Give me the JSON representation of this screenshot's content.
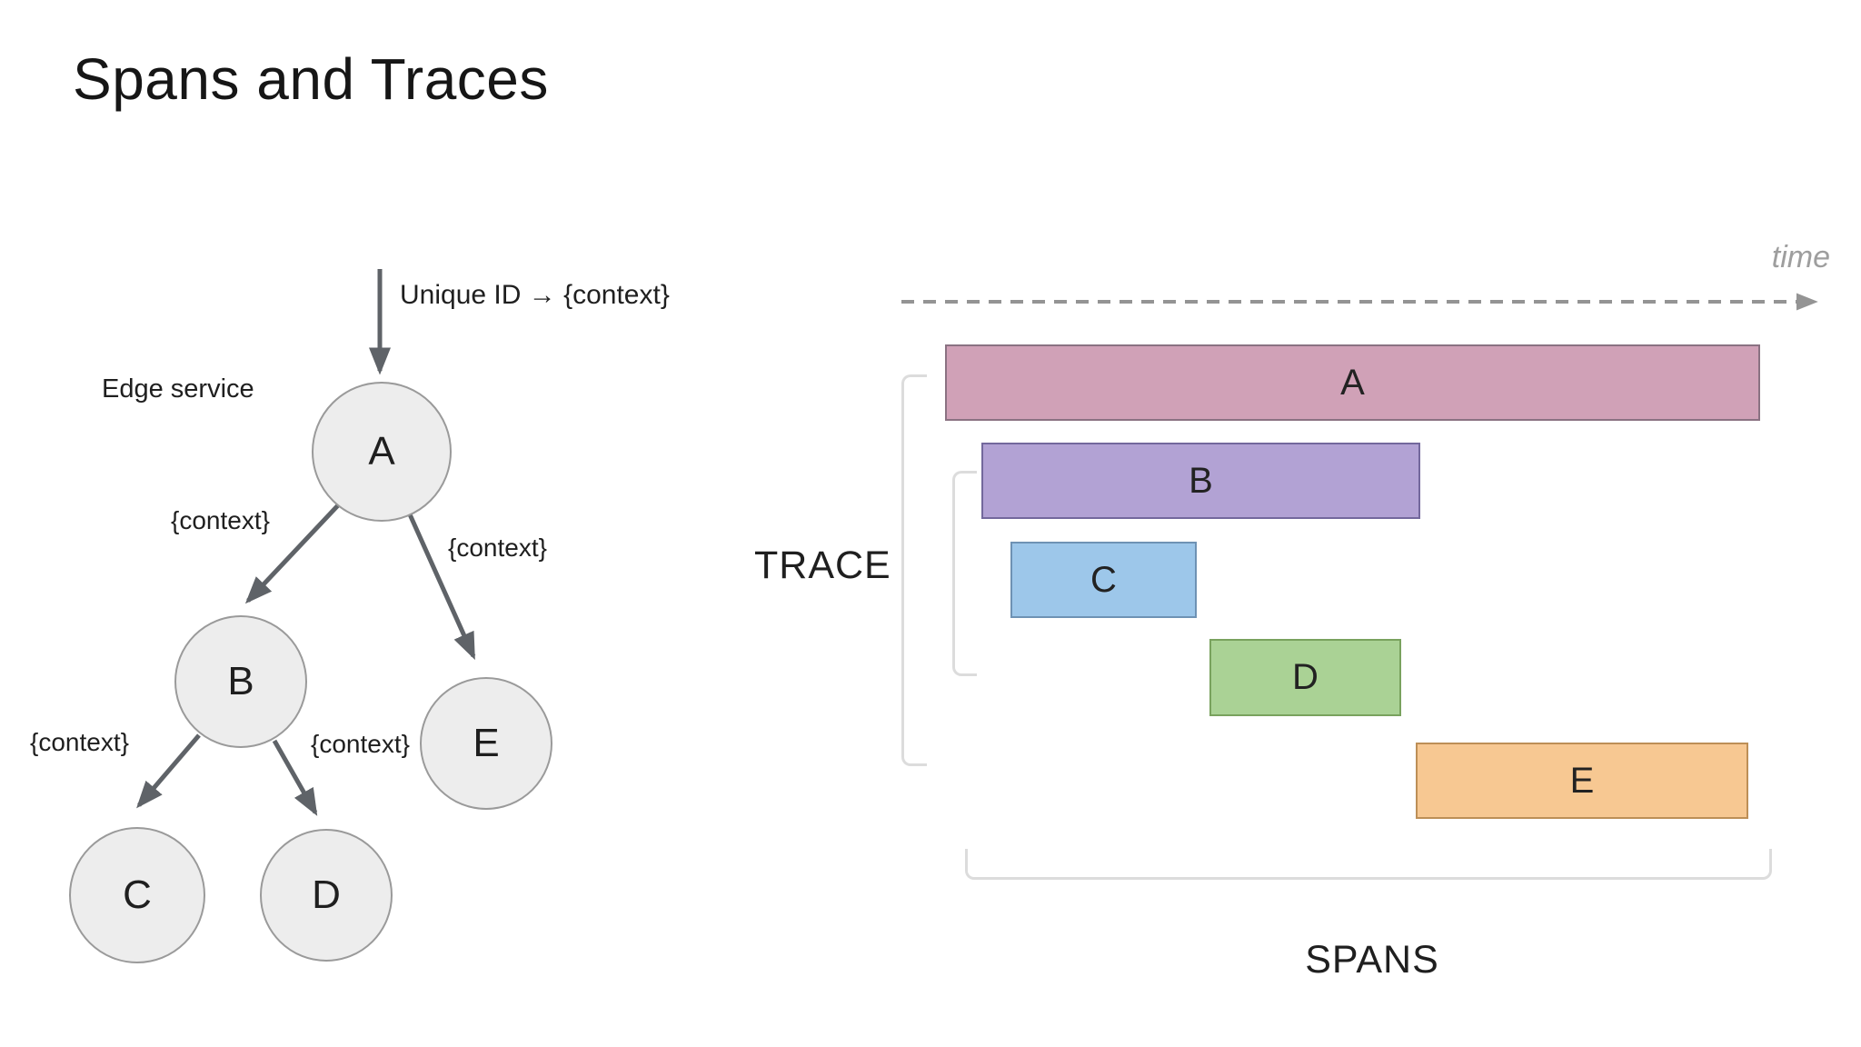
{
  "title": "Spans and Traces",
  "tree": {
    "edge_service_label": "Edge service",
    "incoming_edge_label": "Unique ID → {context}",
    "context_label": "{context}",
    "nodes": [
      "A",
      "B",
      "C",
      "D",
      "E"
    ],
    "edges": [
      {
        "from": "A",
        "to": "B",
        "label": "{context}"
      },
      {
        "from": "A",
        "to": "E",
        "label": "{context}"
      },
      {
        "from": "B",
        "to": "C",
        "label": "{context}"
      },
      {
        "from": "B",
        "to": "D",
        "label": "{context}"
      }
    ],
    "node_fill": "#ededed",
    "node_border": "#9a9a9a",
    "arrow_color": "#5f6368"
  },
  "timeline": {
    "time_label": "time",
    "trace_label": "TRACE",
    "spans_label": "SPANS",
    "axis_color": "#949494",
    "bracket_color": "#dcdcdc",
    "bars": [
      {
        "label": "A",
        "fill": "#d0a1b7",
        "border": "#8a7282"
      },
      {
        "label": "B",
        "fill": "#b2a2d4",
        "border": "#73689c"
      },
      {
        "label": "C",
        "fill": "#9dc7ea",
        "border": "#6e92b4"
      },
      {
        "label": "D",
        "fill": "#aad295",
        "border": "#79a25e"
      },
      {
        "label": "E",
        "fill": "#f7c892",
        "border": "#bd8f57"
      }
    ]
  }
}
